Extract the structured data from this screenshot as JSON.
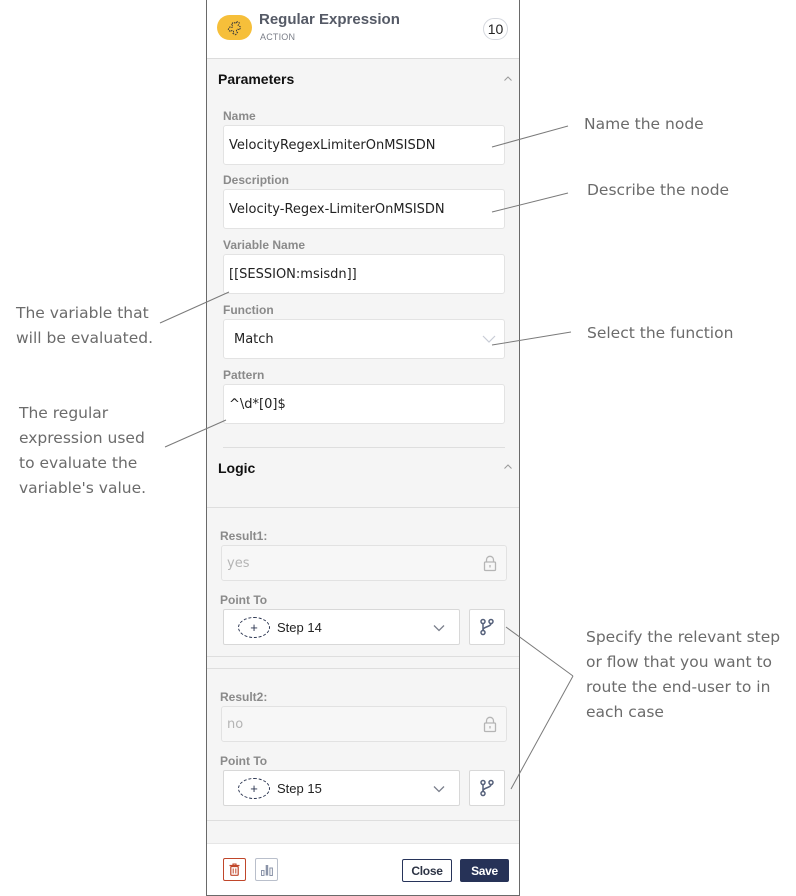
{
  "node": {
    "title": "Regular Expression",
    "type": "ACTION",
    "step_number": "10",
    "icon": "puzzle-icon",
    "badge_color": "#f6bf3a"
  },
  "parameters": {
    "section_title": "Parameters",
    "name_label": "Name",
    "name_value": "VelocityRegexLimiterOnMSISDN",
    "description_label": "Description",
    "description_value": "Velocity-Regex-LimiterOnMSISDN",
    "variable_label": "Variable Name",
    "variable_value": "[[SESSION:msisdn]]",
    "function_label": "Function",
    "function_value": "Match",
    "pattern_label": "Pattern",
    "pattern_value": "^\\d*[0]$"
  },
  "logic": {
    "section_title": "Logic",
    "results": [
      {
        "label": "Result1:",
        "value": "yes",
        "point_to_label": "Point To",
        "point_to_value": "Step 14",
        "plus": "+"
      },
      {
        "label": "Result2:",
        "value": "no",
        "point_to_label": "Point To",
        "point_to_value": "Step 15",
        "plus": "+"
      }
    ]
  },
  "footer": {
    "close_label": "Close",
    "save_label": "Save",
    "delete_color": "#c0462a",
    "save_color": "#263257"
  },
  "annotations": {
    "name": "Name the node",
    "description": "Describe the node",
    "function": "Select the function",
    "variable": [
      "The variable that",
      "will be evaluated."
    ],
    "pattern": [
      "The regular",
      "expression used",
      "to evaluate the",
      "variable's value."
    ],
    "point_to": [
      "Specify the relevant step",
      "or flow that you want to",
      "route the end-user to in",
      "each case"
    ]
  }
}
